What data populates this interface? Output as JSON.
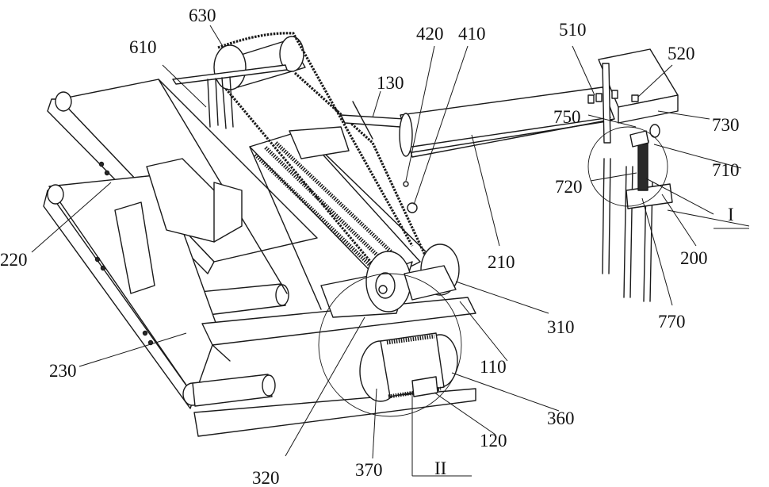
{
  "labels": {
    "l630": "630",
    "l610": "610",
    "l420": "420",
    "l410": "410",
    "l130": "130",
    "l510": "510",
    "l520": "520",
    "l750": "750",
    "l730": "730",
    "l710": "710",
    "l720": "720",
    "lI": "I",
    "l200": "200",
    "l210": "210",
    "l770": "770",
    "l220": "220",
    "l310": "310",
    "l110": "110",
    "l230": "230",
    "l360": "360",
    "l120": "120",
    "l320": "320",
    "l370": "370",
    "lII": "II"
  }
}
